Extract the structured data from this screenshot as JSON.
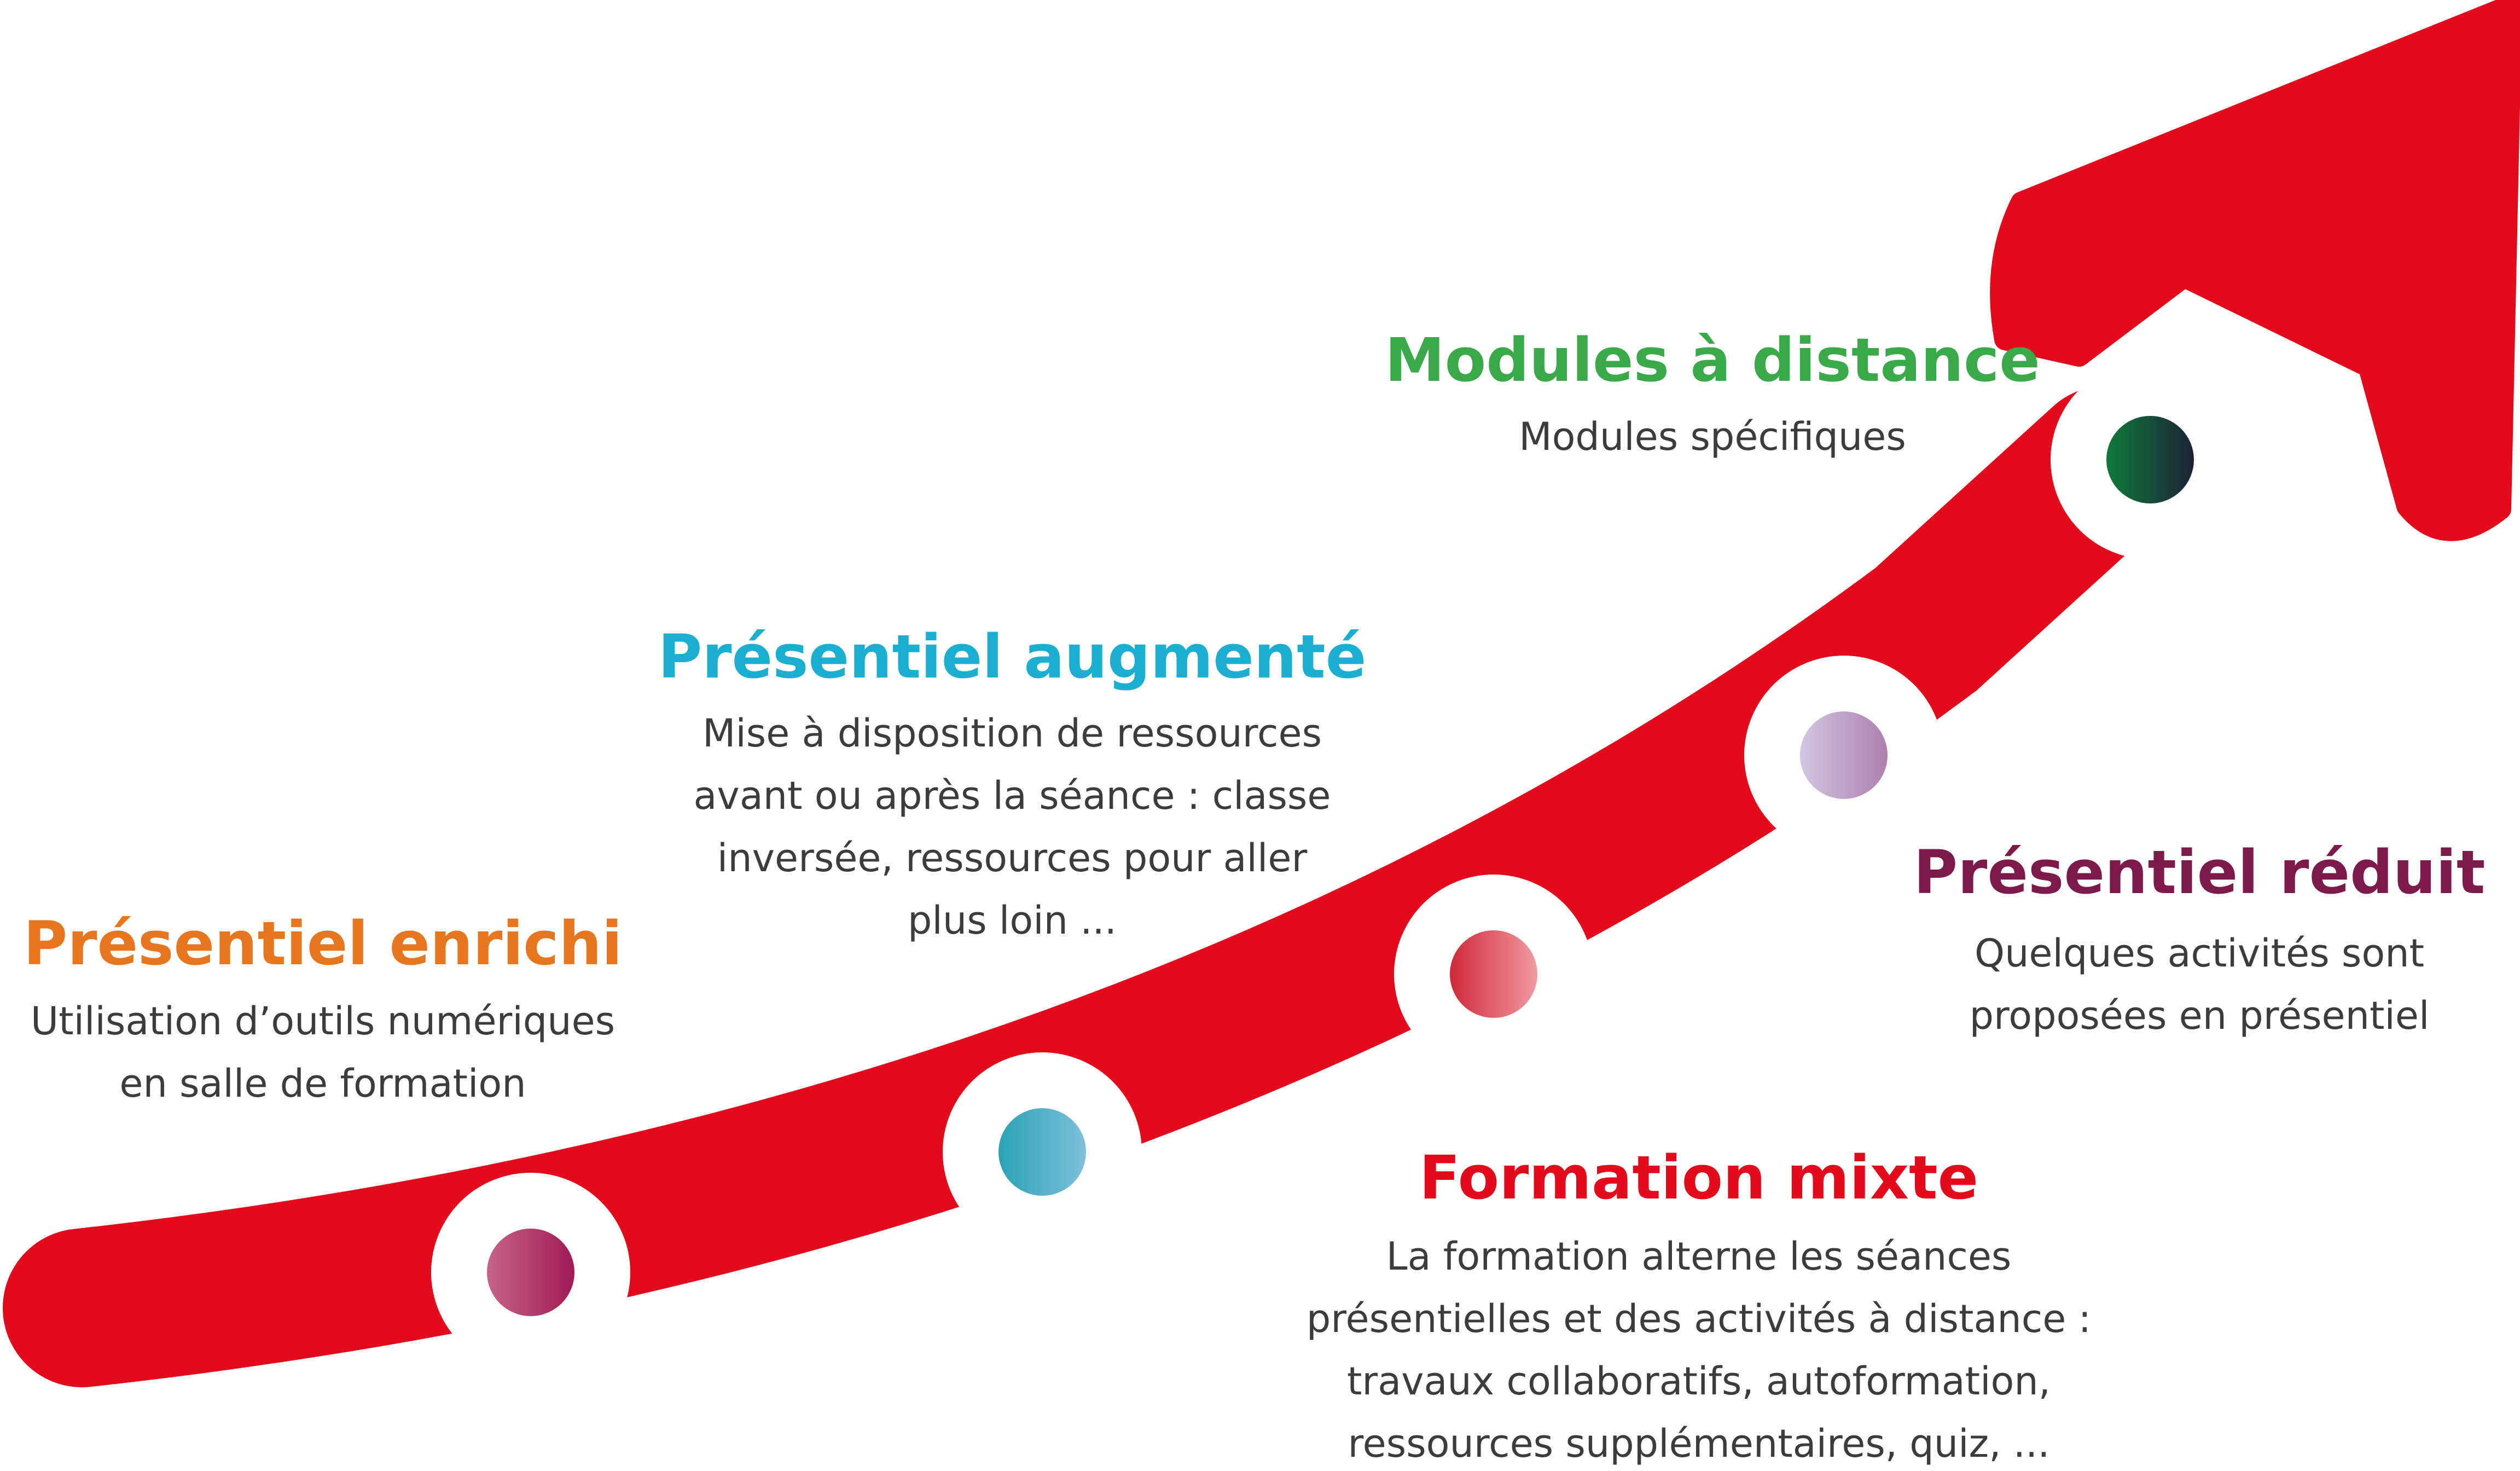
{
  "colors": {
    "arrow": "#e20a1b",
    "ring": "#ffffff",
    "desc_text": "#3c3c3c"
  },
  "steps": [
    {
      "title": "Présentiel enrichi",
      "title_color": "#e8761f",
      "lines": [
        "Utilisation d’outils numériques",
        "en salle de formation"
      ],
      "dot_colors": [
        "#c56487",
        "#a11a55"
      ]
    },
    {
      "title": "Présentiel augmenté",
      "title_color": "#1aaed1",
      "lines": [
        "Mise à disposition de ressources",
        "avant ou après la séance : classe",
        "inversée, ressources pour aller",
        "plus loin ..."
      ],
      "dot_colors": [
        "#2aa3b5",
        "#7fbfdc"
      ]
    },
    {
      "title": "Formation mixte",
      "title_color": "#e20a1b",
      "lines": [
        "La formation alterne les séances",
        "présentielles et des activités à distance :",
        "travaux collaboratifs, autoformation,",
        "ressources supplémentaires, quiz, ..."
      ],
      "dot_colors": [
        "#cf2a3a",
        "#f19aa0"
      ]
    },
    {
      "title": "Présentiel réduit",
      "title_color": "#7d1a4a",
      "lines": [
        "Quelques activités sont",
        "proposées en présentiel"
      ],
      "dot_colors": [
        "#d2c6e2",
        "#b07fb0"
      ]
    },
    {
      "title": "Modules à distance",
      "title_color": "#3aa94a",
      "lines": [
        "Modules spécifiques"
      ],
      "dot_colors": [
        "#0f7a3a",
        "#1c2236"
      ]
    }
  ]
}
